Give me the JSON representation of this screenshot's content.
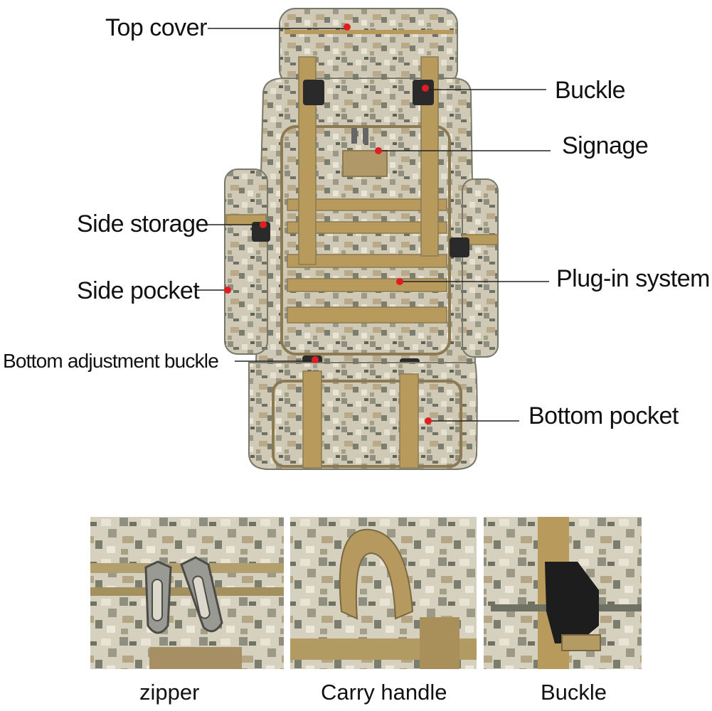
{
  "labels": {
    "top_cover": "Top cover",
    "buckle": "Buckle",
    "signage": "Signage",
    "side_storage": "Side storage",
    "plug_in_system": "Plug-in system",
    "side_pocket": "Side pocket",
    "bottom_adjustment_buckle": "Bottom adjustment buckle",
    "bottom_pocket": "Bottom pocket"
  },
  "captions": {
    "zipper": "zipper",
    "carry_handle": "Carry handle",
    "buckle": "Buckle"
  },
  "colors": {
    "marker": "#e11d24",
    "strap": "#b79a5c",
    "camo_light": "#d8d2c0",
    "camo_mid": "#a9a696",
    "camo_dark": "#6f7163"
  }
}
